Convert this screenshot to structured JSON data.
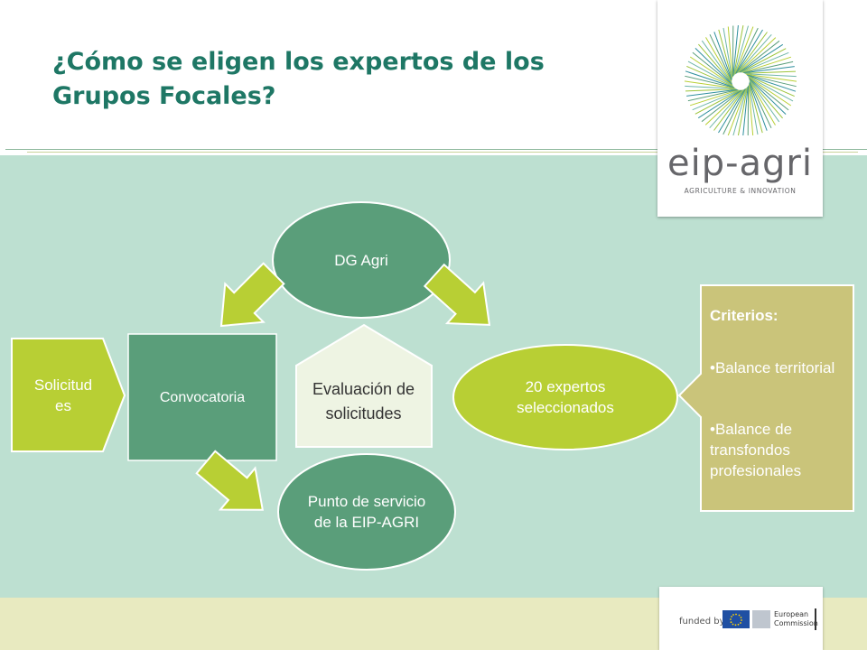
{
  "title": "¿Cómo se eligen los expertos de los\nGrupos Focales?",
  "logo": {
    "word": "eip-agri",
    "tagline": "AGRICULTURE & INNOVATION"
  },
  "diagram": {
    "solicitudes": "Solicitud\nes",
    "convocatoria": "Convocatoria",
    "dg_agri": "DG Agri",
    "evaluacion": "Evaluación de solicitudes",
    "expertos": "20 expertos seleccionados",
    "punto_servicio": "Punto de servicio de la EIP-AGRI"
  },
  "criterios": {
    "title": "Criterios:",
    "items": [
      "•Balance territorial",
      "•Balance de transfondos profesionales"
    ]
  },
  "footer": {
    "funded_by": "funded by",
    "commission": "European\nCommission"
  },
  "colors": {
    "title": "#1e7765",
    "band": "#bde0d1",
    "dark_green": "#5a9e7a",
    "lime": "#b8cf34",
    "criteria_box": "#cac47a"
  }
}
